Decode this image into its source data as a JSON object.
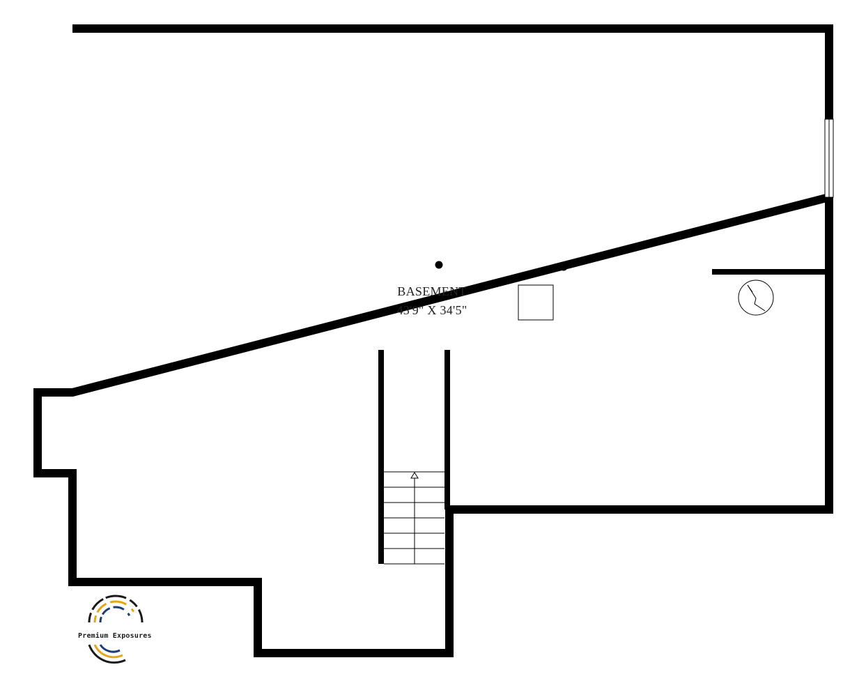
{
  "room": {
    "name": "BASEMENT",
    "dimensions": "43'9\" X 34'5\""
  },
  "logo": {
    "text": "Premium Exposures"
  },
  "colors": {
    "wall": "#000000",
    "background": "#ffffff",
    "logo_gold": "#e2a81c",
    "logo_navy": "#1c3e73",
    "logo_dark": "#1a1a1a"
  },
  "icons": [
    "stair-arrow-icon",
    "water-heater-icon",
    "support-post-icon",
    "furnace-icon",
    "logo-arcs-icon"
  ]
}
